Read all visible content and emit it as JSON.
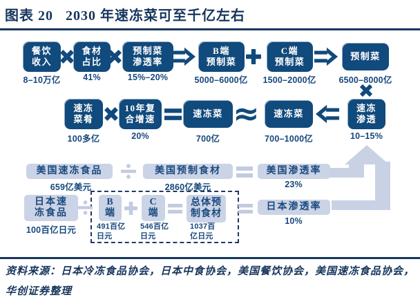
{
  "header": {
    "title": "图表 20   2030 年速冻菜可至千亿左右"
  },
  "flow_top": {
    "nodes": [
      {
        "lines": [
          "餐饮",
          "收入"
        ],
        "value": "8–10万亿"
      },
      {
        "lines": [
          "食材",
          "占比"
        ],
        "value": "41%"
      },
      {
        "lines": [
          "预制菜",
          "渗透率"
        ],
        "value": "15%–20%"
      },
      {
        "lines": [
          "B端",
          "预制菜"
        ],
        "value": "5000–6000亿"
      },
      {
        "lines": [
          "C端",
          "预制菜"
        ],
        "value": "1500–2000亿"
      },
      {
        "lines": [
          "预制菜"
        ],
        "value": "6500–8000亿"
      }
    ]
  },
  "flow_mid": {
    "nodes": [
      {
        "lines": [
          "速冻",
          "菜肴"
        ],
        "value": "100多亿"
      },
      {
        "lines": [
          "10年复",
          "合增速"
        ],
        "value": "20%"
      },
      {
        "lines": [
          "速冻菜"
        ],
        "value": "700亿"
      },
      {
        "lines": [
          "速冻菜"
        ],
        "value": "700–1000亿"
      },
      {
        "lines": [
          "速冻",
          "渗透"
        ],
        "value": "10–15%"
      }
    ],
    "approx_symbol": "≈"
  },
  "us_row": {
    "nodes": [
      {
        "label": "美国速冻食品",
        "value": "659亿美元"
      },
      {
        "label": "美国预制食材",
        "value": "2860亿美元"
      },
      {
        "label": "美国渗透率",
        "value": "23%"
      }
    ]
  },
  "japan_row": {
    "nodes": [
      {
        "lines": [
          "日本速",
          "冻食品"
        ],
        "value": "100百亿日元"
      },
      {
        "lines": [
          "B",
          "端"
        ],
        "value_lines": [
          "491百亿",
          "日元"
        ]
      },
      {
        "lines": [
          "C",
          "端"
        ],
        "value_lines": [
          "546百亿",
          "日元"
        ]
      },
      {
        "lines": [
          "总体预",
          "制食材"
        ],
        "value_lines": [
          "1037百",
          "亿日元"
        ]
      },
      {
        "label": "日本渗透率",
        "value": "10%"
      }
    ]
  },
  "footer": {
    "source": "资料来源：日本冷冻食品协会，日本中食协会，美国餐饮协会，美国速冻食品协会，华创证券整理"
  },
  "colors": {
    "navy_box": "#114a7c",
    "navy_text": "#17365d",
    "light_box": "#cbd3e6",
    "light_operator": "#c3cbe0",
    "arrow_light": "#c9d1e4"
  }
}
